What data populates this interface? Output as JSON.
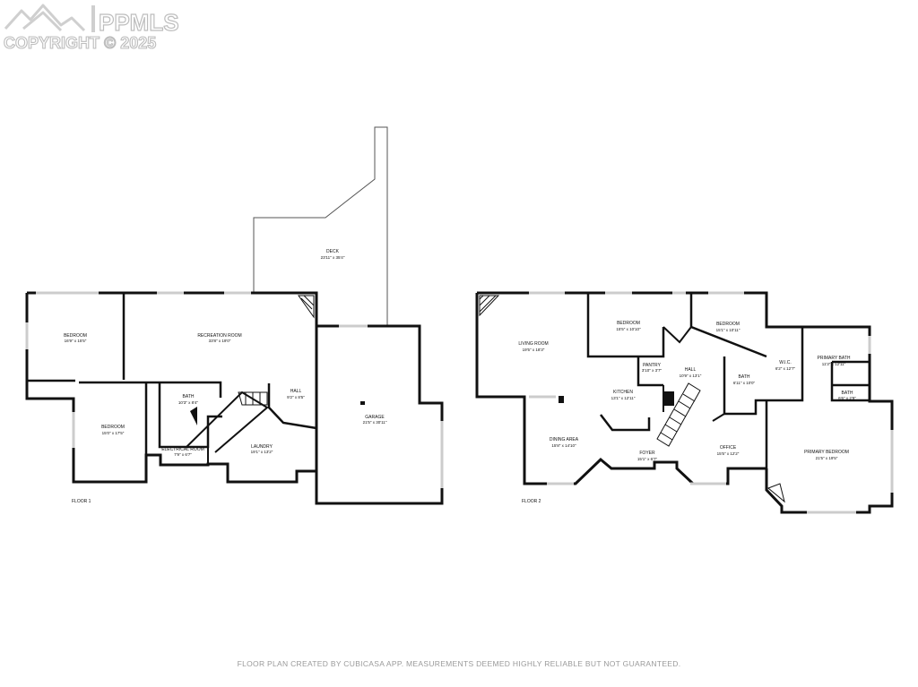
{
  "watermark": {
    "brand": "PPMLS",
    "copyright": "COPYRIGHT © 2025"
  },
  "floors": [
    {
      "label": "FLOOR 1",
      "rooms": [
        {
          "name": "DECK",
          "dims": "23'11\" x 35'4\""
        },
        {
          "name": "BEDROOM",
          "dims": "16'9\" x 15'5\""
        },
        {
          "name": "RECREATION ROOM",
          "dims": "33'8\" x 19'0\""
        },
        {
          "name": "BATH",
          "dims": "10'3\" x 8'4\""
        },
        {
          "name": "HALL",
          "dims": "9'2\" x 8'5\""
        },
        {
          "name": "BEDROOM",
          "dims": "15'0\" x 17'5\""
        },
        {
          "name": "ELECTRICAL ROOM",
          "dims": "7'9\" x 6'7\""
        },
        {
          "name": "LAUNDRY",
          "dims": "19'1\" x 13'2\""
        },
        {
          "name": "GARAGE",
          "dims": "21'5\" x 30'11\""
        }
      ]
    },
    {
      "label": "FLOOR 2",
      "rooms": [
        {
          "name": "LIVING ROOM",
          "dims": "19'5\" x 18'3\""
        },
        {
          "name": "BEDROOM",
          "dims": "15'5\" x 10'10\""
        },
        {
          "name": "BEDROOM",
          "dims": "15'1\" x 10'11\""
        },
        {
          "name": "PANTRY",
          "dims": "3'10\" x 3'7\""
        },
        {
          "name": "HALL",
          "dims": "10'9\" x 13'1\""
        },
        {
          "name": "KITCHEN",
          "dims": "13'1\" x 12'11\""
        },
        {
          "name": "BATH",
          "dims": "6'11\" x 10'0\""
        },
        {
          "name": "W.I.C.",
          "dims": "6'2\" x 12'7\""
        },
        {
          "name": "PRIMARY BATH",
          "dims": "11'3\" x 12'11\""
        },
        {
          "name": "BATH",
          "dims": "6'6\" x 2'9\""
        },
        {
          "name": "DINING AREA",
          "dims": "15'8\" x 14'10\""
        },
        {
          "name": "FOYER",
          "dims": "15'1\" x 6'7\""
        },
        {
          "name": "OFFICE",
          "dims": "15'5\" x 12'2\""
        },
        {
          "name": "PRIMARY BEDROOM",
          "dims": "21'5\" x 19'5\""
        }
      ]
    }
  ],
  "footer": "FLOOR PLAN CREATED BY CUBICASA APP. MEASUREMENTS DEEMED HIGHLY RELIABLE BUT NOT GUARANTEED."
}
